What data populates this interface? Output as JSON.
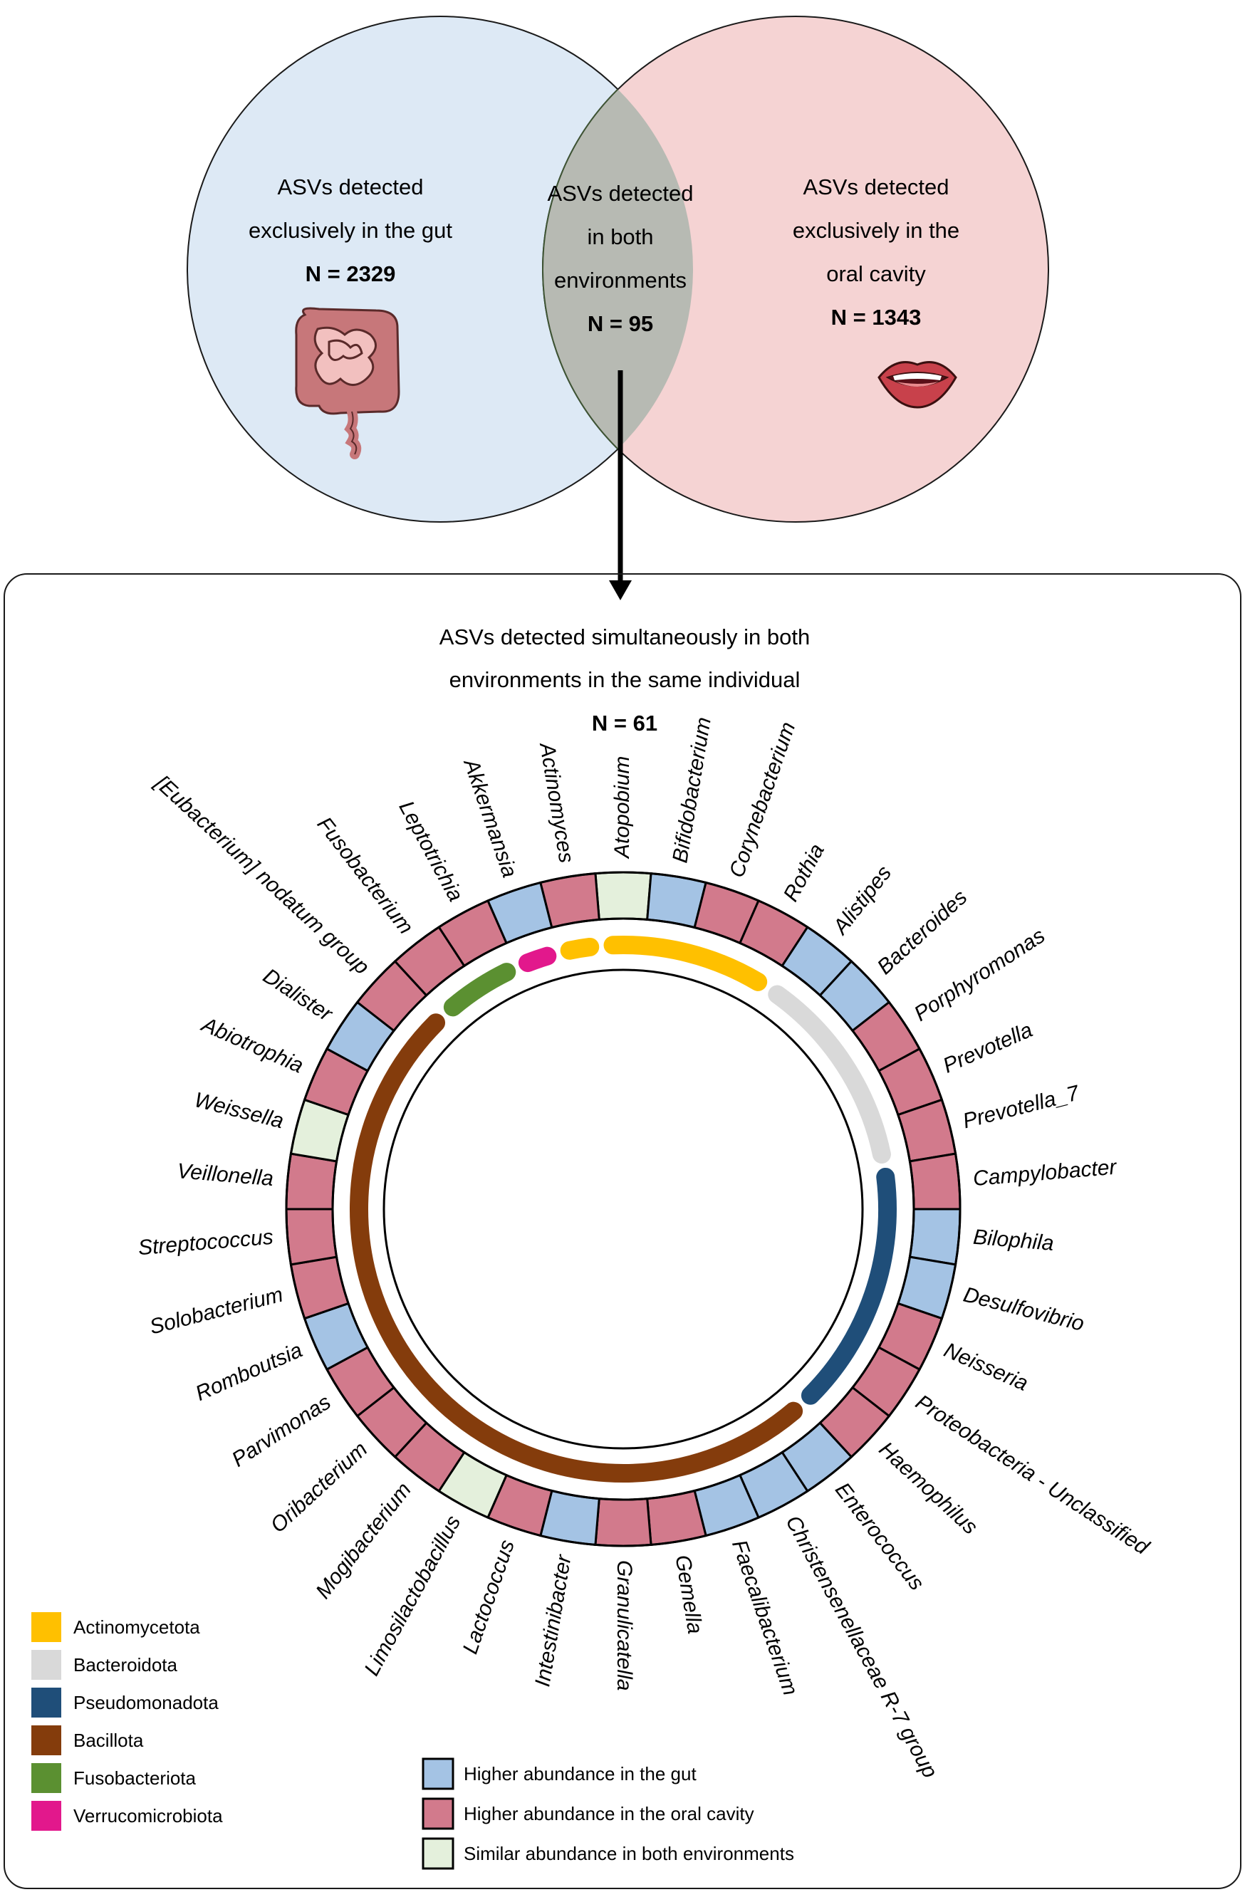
{
  "venn": {
    "gut": {
      "lines": [
        "ASVs detected",
        "exclusively in the gut"
      ],
      "n": "N = 2329",
      "color": "#dde9f5"
    },
    "both": {
      "lines": [
        "ASVs detected",
        "in both",
        "environments"
      ],
      "n": "N = 95",
      "color": "#b7bab3"
    },
    "oral": {
      "lines": [
        "ASVs detected",
        "exclusively in the",
        "oral cavity"
      ],
      "n": "N = 1343",
      "color": "#f5d3d3"
    }
  },
  "box": {
    "title_lines": [
      "ASVs detected simultaneously in both",
      "environments in the same individual"
    ],
    "n": "N = 61"
  },
  "colors": {
    "gut": "#a4c3e4",
    "oral": "#d27a8c",
    "similar": "#e4f0dc",
    "Actinomycetota": "#ffc000",
    "Bacteroidota": "#d9d9d9",
    "Pseudomonadota": "#1f4e79",
    "Bacillota": "#843c0c",
    "Fusobacteriota": "#5b9031",
    "Verrucomicrobiota": "#e2188c"
  },
  "genera": [
    {
      "name": "Atopobium",
      "abundance": "similar",
      "phylum": "Actinomycetota"
    },
    {
      "name": "Bifidobacterium",
      "abundance": "gut",
      "phylum": "Actinomycetota"
    },
    {
      "name": "Corynebacterium",
      "abundance": "oral",
      "phylum": "Actinomycetota"
    },
    {
      "name": "Rothia",
      "abundance": "oral",
      "phylum": "Actinomycetota"
    },
    {
      "name": "Alistipes",
      "abundance": "gut",
      "phylum": "Bacteroidota"
    },
    {
      "name": "Bacteroides",
      "abundance": "gut",
      "phylum": "Bacteroidota"
    },
    {
      "name": "Porphyromonas",
      "abundance": "oral",
      "phylum": "Bacteroidota"
    },
    {
      "name": "Prevotella",
      "abundance": "oral",
      "phylum": "Bacteroidota"
    },
    {
      "name": "Prevotella_7",
      "abundance": "oral",
      "phylum": "Bacteroidota"
    },
    {
      "name": "Campylobacter",
      "abundance": "oral",
      "phylum": "Pseudomonadota"
    },
    {
      "name": "Bilophila",
      "abundance": "gut",
      "phylum": "Pseudomonadota"
    },
    {
      "name": "Desulfovibrio",
      "abundance": "gut",
      "phylum": "Pseudomonadota"
    },
    {
      "name": "Neisseria",
      "abundance": "oral",
      "phylum": "Pseudomonadota"
    },
    {
      "name": "Proteobacteria - Unclassified",
      "abundance": "oral",
      "phylum": "Pseudomonadota"
    },
    {
      "name": "Haemophilus",
      "abundance": "oral",
      "phylum": "Pseudomonadota"
    },
    {
      "name": "Enterococcus",
      "abundance": "gut",
      "phylum": "Bacillota"
    },
    {
      "name": "Christensenellaceae R-7 group",
      "abundance": "gut",
      "phylum": "Bacillota"
    },
    {
      "name": "Faecalibacterium",
      "abundance": "gut",
      "phylum": "Bacillota"
    },
    {
      "name": "Gemella",
      "abundance": "oral",
      "phylum": "Bacillota"
    },
    {
      "name": "Granulicatella",
      "abundance": "oral",
      "phylum": "Bacillota"
    },
    {
      "name": "Intestinibacter",
      "abundance": "gut",
      "phylum": "Bacillota"
    },
    {
      "name": "Lactococcus",
      "abundance": "oral",
      "phylum": "Bacillota"
    },
    {
      "name": "Limosilactobacillus",
      "abundance": "similar",
      "phylum": "Bacillota"
    },
    {
      "name": "Mogibacterium",
      "abundance": "oral",
      "phylum": "Bacillota"
    },
    {
      "name": "Oribacterium",
      "abundance": "oral",
      "phylum": "Bacillota"
    },
    {
      "name": "Parvimonas",
      "abundance": "oral",
      "phylum": "Bacillota"
    },
    {
      "name": "Romboutsia",
      "abundance": "gut",
      "phylum": "Bacillota"
    },
    {
      "name": "Solobacterium",
      "abundance": "oral",
      "phylum": "Bacillota"
    },
    {
      "name": "Streptococcus",
      "abundance": "oral",
      "phylum": "Bacillota"
    },
    {
      "name": "Veillonella",
      "abundance": "oral",
      "phylum": "Bacillota"
    },
    {
      "name": "Weissella",
      "abundance": "similar",
      "phylum": "Bacillota"
    },
    {
      "name": "Abiotrophia",
      "abundance": "oral",
      "phylum": "Bacillota"
    },
    {
      "name": "Dialister",
      "abundance": "gut",
      "phylum": "Bacillota"
    },
    {
      "name": "[Eubacterium] nodatum group",
      "abundance": "oral",
      "phylum": "Bacillota"
    },
    {
      "name": "Fusobacterium",
      "abundance": "oral",
      "phylum": "Fusobacteriota"
    },
    {
      "name": "Leptotrichia",
      "abundance": "oral",
      "phylum": "Fusobacteriota"
    },
    {
      "name": "Akkermansia",
      "abundance": "gut",
      "phylum": "Verrucomicrobiota"
    },
    {
      "name": "Actinomyces",
      "abundance": "oral",
      "phylum": "Actinomycetota"
    }
  ],
  "legend_phyla": [
    {
      "label": "Actinomycetota",
      "color": "#ffc000"
    },
    {
      "label": "Bacteroidota",
      "color": "#d9d9d9"
    },
    {
      "label": "Pseudomonadota",
      "color": "#1f4e79"
    },
    {
      "label": "Bacillota",
      "color": "#843c0c"
    },
    {
      "label": "Fusobacteriota",
      "color": "#5b9031"
    },
    {
      "label": "Verrucomicrobiota",
      "color": "#e2188c"
    }
  ],
  "legend_abundance": [
    {
      "label": "Higher abundance in the gut",
      "color": "#a4c3e4"
    },
    {
      "label": "Higher abundance in the oral cavity",
      "color": "#d27a8c"
    },
    {
      "label": "Similar abundance in both environments",
      "color": "#e4f0dc"
    }
  ],
  "icons": {
    "gut": "intestine-icon",
    "oral": "mouth-icon"
  }
}
